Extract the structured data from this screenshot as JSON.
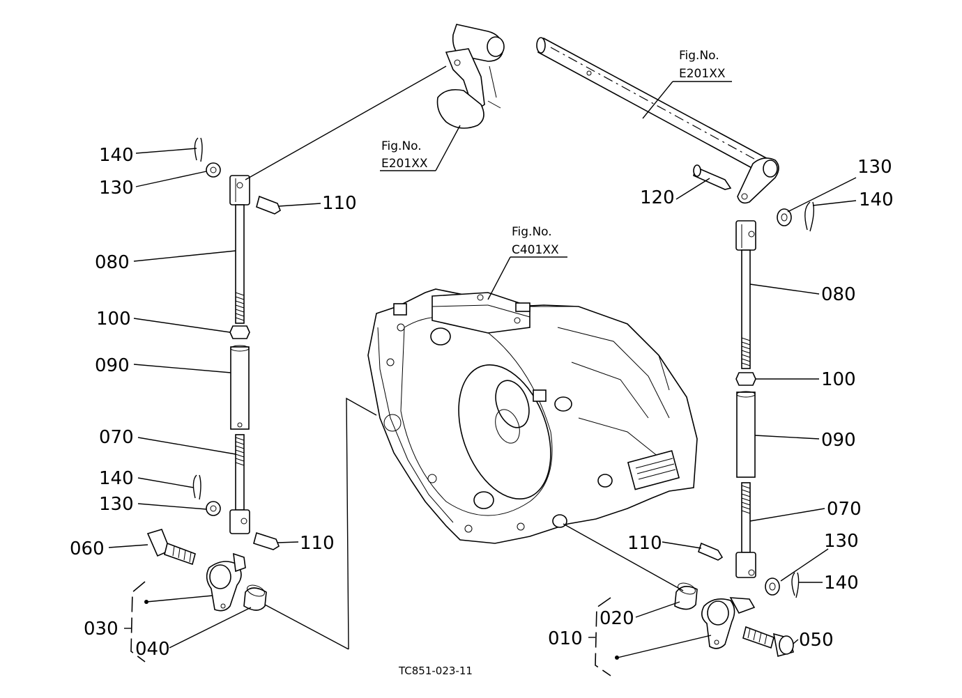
{
  "diagram": {
    "code": "TC851-023-11",
    "figure_refs": [
      {
        "id": "fig-e201-left",
        "label": "Fig.No.",
        "value": "E201XX"
      },
      {
        "id": "fig-e201-right",
        "label": "Fig.No.",
        "value": "E201XX"
      },
      {
        "id": "fig-c401",
        "label": "Fig.No.",
        "value": "C401XX"
      }
    ],
    "left_callouts": {
      "p140_top": "140",
      "p130_top": "130",
      "p110_top": "110",
      "p080": "080",
      "p100": "100",
      "p090": "090",
      "p070": "070",
      "p140_bot": "140",
      "p130_bot": "130",
      "p110_bot": "110",
      "p060": "060",
      "p030": "030",
      "p040": "040"
    },
    "right_callouts": {
      "p130_top": "130",
      "p140_top": "140",
      "p120": "120",
      "p080": "080",
      "p100": "100",
      "p090": "090",
      "p070": "070",
      "p110": "110",
      "p130_bot": "130",
      "p140_bot": "140",
      "p020": "020",
      "p010": "010",
      "p050": "050"
    }
  }
}
